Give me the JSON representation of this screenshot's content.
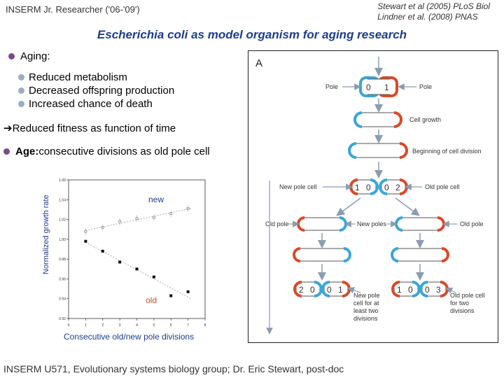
{
  "header": {
    "left": "INSERM Jr. Researcher ('06-'09')",
    "ref1": "Stewart et al (2005) PLoS Biol",
    "ref2": "Lindner et al. (2008) PNAS"
  },
  "title": {
    "italic": "Escherichia coli",
    "rest": " as model organism for aging research"
  },
  "bullets": {
    "aging": "Aging:",
    "sub": [
      "Reduced metabolism",
      "Decreased offspring production",
      "Increased chance of death"
    ],
    "arrow_symbol": "➔",
    "reduced_fitness": "Reduced fitness as function of time",
    "age_bold": "Age:",
    "age_rest": " consecutive divisions as old pole cell"
  },
  "chart_data": {
    "type": "scatter",
    "xlabel": "Consecutive old/new pole divisions",
    "ylabel": "Normalized growth rate",
    "xlim": [
      0,
      8
    ],
    "ylim": [
      0.92,
      1.06
    ],
    "x_ticks": [
      "0",
      "1",
      "2",
      "3",
      "4",
      "5",
      "6",
      "7",
      "8"
    ],
    "y_ticks": [
      "0.92",
      "0.94",
      "0.96",
      "0.98",
      "1.00",
      "1.02",
      "1.04",
      "1.06"
    ],
    "series": [
      {
        "name": "new",
        "color": "#1f3c8a",
        "marker": "open",
        "x": [
          1,
          2,
          3,
          4,
          5,
          6,
          7
        ],
        "y": [
          1.008,
          1.012,
          1.018,
          1.021,
          1.022,
          1.026,
          1.031
        ]
      },
      {
        "name": "old",
        "color": "#c8501a",
        "marker": "filled",
        "x": [
          1,
          2,
          3,
          4,
          5,
          6,
          7
        ],
        "y": [
          0.998,
          0.988,
          0.977,
          0.97,
          0.962,
          0.943,
          0.947
        ]
      }
    ]
  },
  "diagram": {
    "panel_label": "A",
    "labels": {
      "pole_left": "Pole",
      "pole_right": "Pole",
      "cell_growth": "Cell growth",
      "beginning": "Beginning of cell division",
      "new_pole_cell": "New pole cell",
      "old_pole_cell": "Old pole cell",
      "old_pole_left": "Old pole",
      "new_poles": "New poles",
      "old_pole_right": "Old pole",
      "new_pole_two_l1": "New pole",
      "new_pole_two_l2": "cell for at",
      "new_pole_two_l3": "least two",
      "new_pole_two_l4": "divisions",
      "old_pole_two_l1": "Old pole cell",
      "old_pole_two_l2": "for two",
      "old_pole_two_l3": "divisions"
    },
    "numbers": {
      "top_left": "0",
      "top_right": "1",
      "mid_a": "1",
      "mid_b": "0",
      "mid_c": "0",
      "mid_d": "2",
      "bl_a": "2",
      "bl_b": "0",
      "bl_c": "0",
      "bl_d": "1",
      "br_a": "1",
      "br_b": "0",
      "br_c": "0",
      "br_d": "3"
    },
    "colors": {
      "red": "#d64a2a",
      "blue": "#3aa6d8",
      "arrow": "#8a9cb0"
    }
  },
  "footer": "INSERM U571, Evolutionary systems biology group; Dr. Eric Stewart, post-doc"
}
